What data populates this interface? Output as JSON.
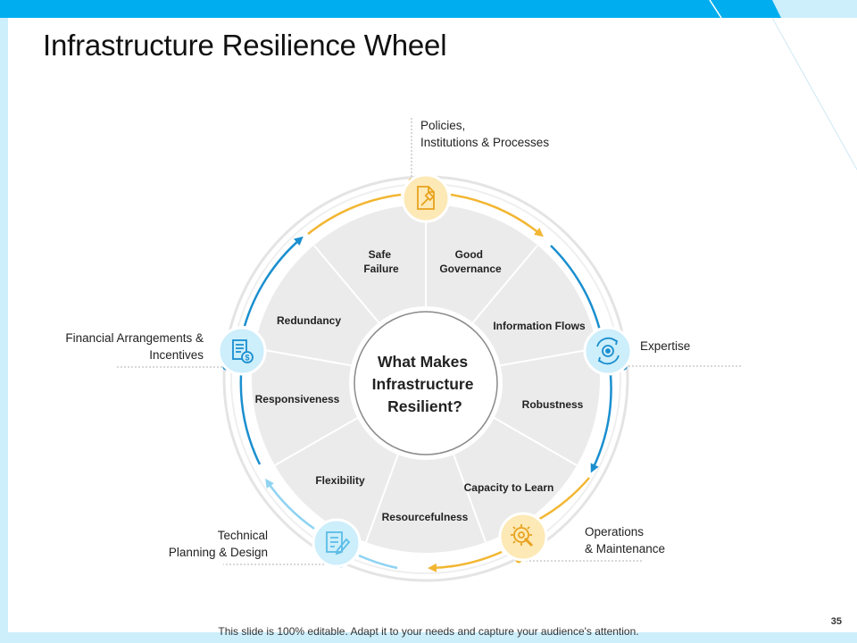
{
  "slide": {
    "title": "Infrastructure Resilience Wheel",
    "footer_note": "This slide is 100% editable. Adapt it to your needs and capture your audience's attention.",
    "page_number": "35"
  },
  "wheel": {
    "center_text": [
      "What Makes",
      "Infrastructure",
      "Resilient?"
    ],
    "segments": [
      {
        "lines": [
          "Safe",
          "Failure"
        ]
      },
      {
        "lines": [
          "Good",
          "Governance"
        ]
      },
      {
        "lines": [
          "Information Flows"
        ]
      },
      {
        "lines": [
          "Robustness"
        ]
      },
      {
        "lines": [
          "Capacity to Learn"
        ]
      },
      {
        "lines": [
          "Resourcefulness"
        ]
      },
      {
        "lines": [
          "Flexibility"
        ]
      },
      {
        "lines": [
          "Responsiveness"
        ]
      },
      {
        "lines": [
          "Redundancy"
        ]
      }
    ]
  },
  "outer_nodes": [
    {
      "name": "policies",
      "lines": [
        "Policies,",
        "Institutions & Processes"
      ],
      "icon": "document-gavel-icon"
    },
    {
      "name": "expertise",
      "lines": [
        "Expertise"
      ],
      "icon": "gear-cycle-icon"
    },
    {
      "name": "operations",
      "lines": [
        "Operations",
        "& Maintenance"
      ],
      "icon": "wrench-gear-icon"
    },
    {
      "name": "technical",
      "lines": [
        "Technical",
        "Planning & Design"
      ],
      "icon": "blueprint-pencil-icon"
    },
    {
      "name": "financial",
      "lines": [
        "Financial Arrangements &",
        "Incentives"
      ],
      "icon": "document-dollar-icon"
    }
  ],
  "colors": {
    "accent_blue": "#00aeef",
    "accent_yellow": "#f2b632",
    "arrow_dark_blue": "#1a8fcf",
    "arrow_light_blue": "#8fd3f2",
    "wheel_fill": "#ebebeb",
    "icon_yellow_bg": "#fde9b5",
    "icon_blue_bg": "#cdeefb"
  }
}
